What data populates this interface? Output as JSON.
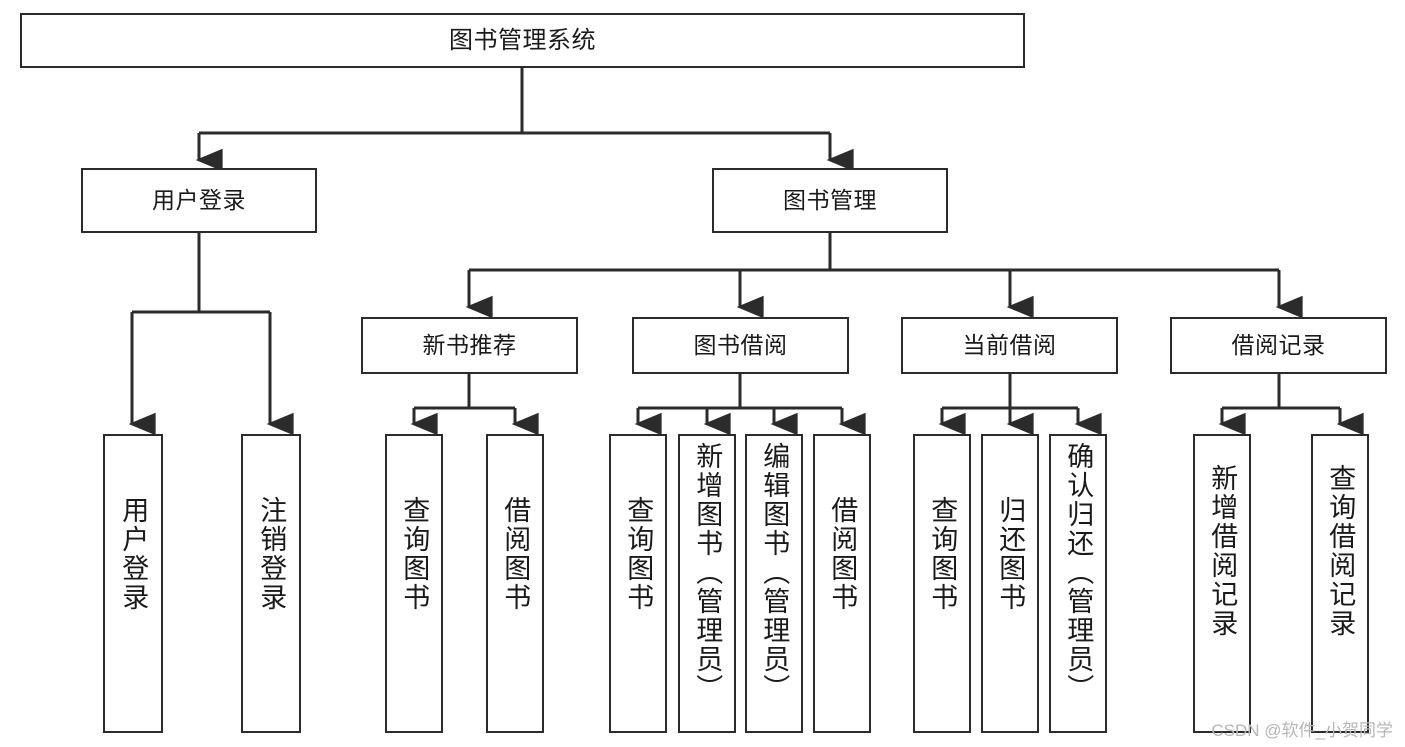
{
  "diagram": {
    "title": "图书管理系统",
    "type": "tree-hierarchy",
    "watermark": "CSDN @软件_小贺同学",
    "colors": {
      "stroke": "#2b2b2b",
      "fill": "#ffffff",
      "text": "#1a1a1a",
      "watermark": "#b6b6b6"
    },
    "nodes": {
      "root": {
        "label": "图书管理系统"
      },
      "level2": [
        {
          "label": "用户登录"
        },
        {
          "label": "图书管理"
        }
      ],
      "level3": [
        {
          "label": "新书推荐"
        },
        {
          "label": "图书借阅"
        },
        {
          "label": "当前借阅"
        },
        {
          "label": "借阅记录"
        }
      ],
      "leaves_user_login": [
        {
          "label": "用户登录"
        },
        {
          "label": "注销登录"
        }
      ],
      "leaves_new_book": [
        {
          "label": "查询图书"
        },
        {
          "label": "借阅图书"
        }
      ],
      "leaves_borrow": [
        {
          "label": "查询图书"
        },
        {
          "label": "新增图书（管理员）"
        },
        {
          "label": "编辑图书（管理员）"
        },
        {
          "label": "借阅图书"
        }
      ],
      "leaves_current": [
        {
          "label": "查询图书"
        },
        {
          "label": "归还图书"
        },
        {
          "label": "确认归还（管理员）"
        }
      ],
      "leaves_record": [
        {
          "label": "新增借阅记录"
        },
        {
          "label": "查询借阅记录"
        }
      ]
    }
  }
}
